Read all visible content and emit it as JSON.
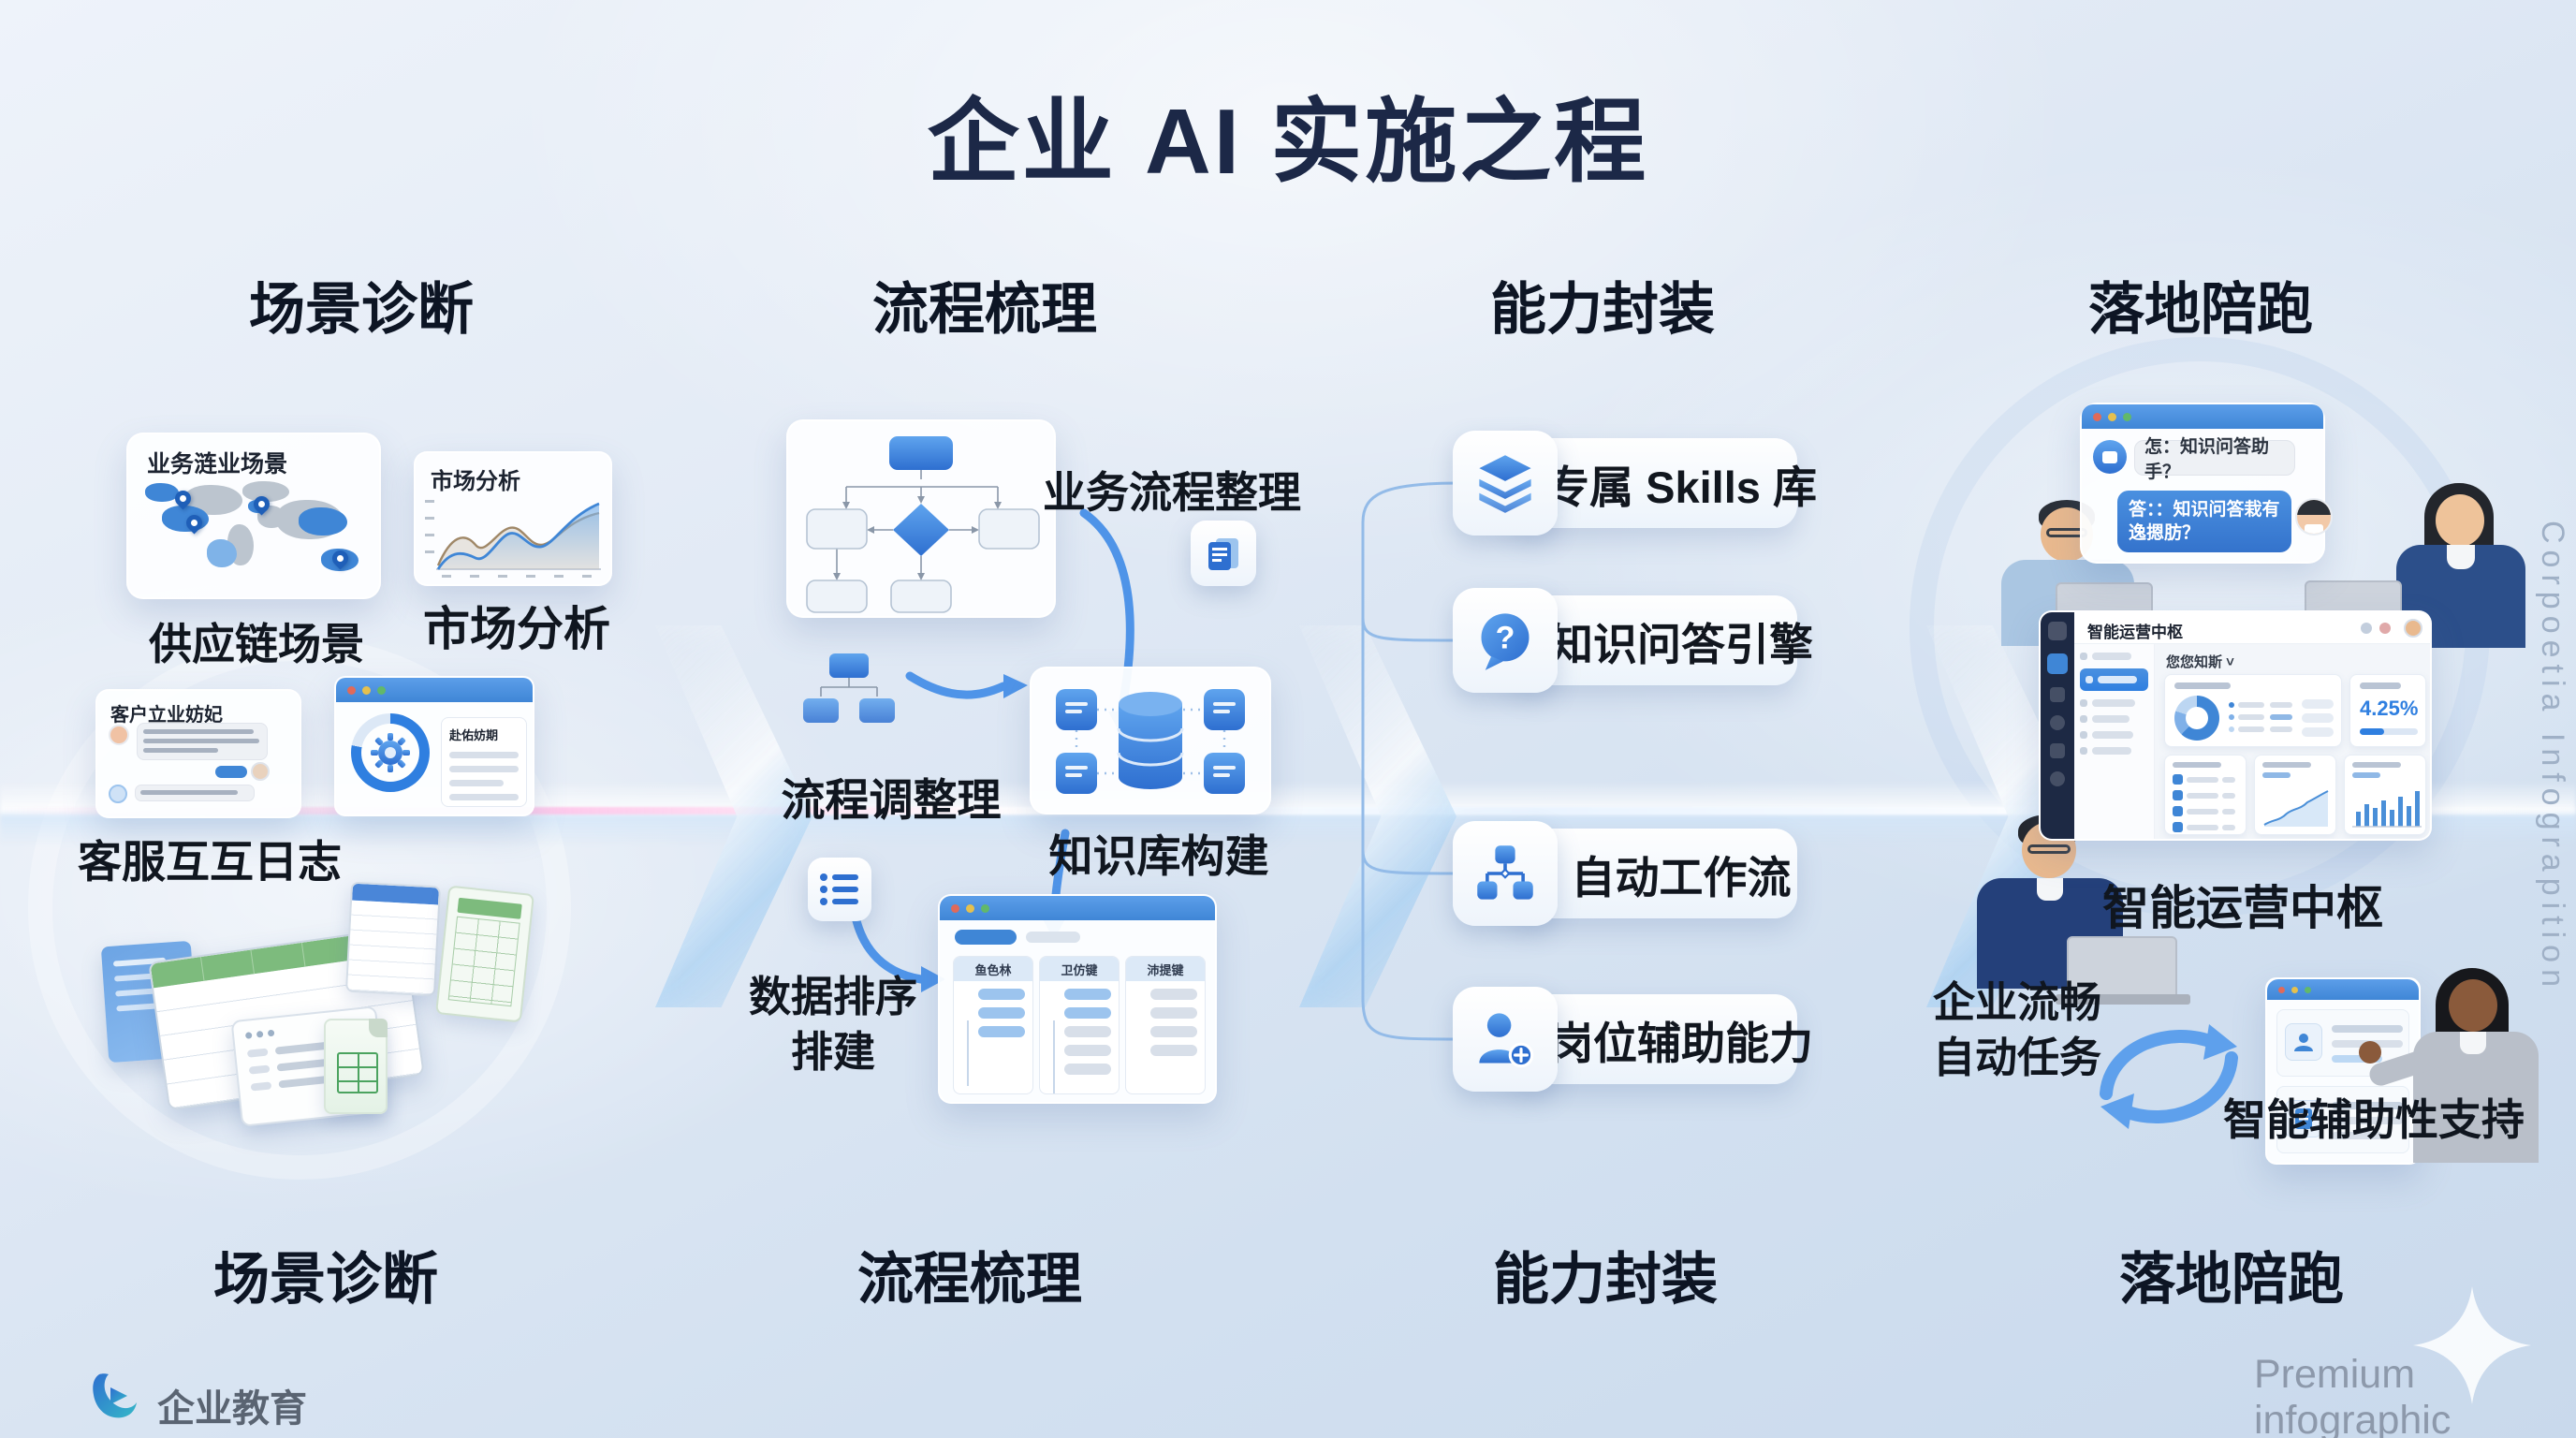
{
  "title": "企业 AI 实施之程",
  "stage_labels": [
    "场景诊断",
    "流程梳理",
    "能力封装",
    "落地陪跑"
  ],
  "colors": {
    "accent": "#3f86d6",
    "title_navy": "#1c2847"
  },
  "scenario": {
    "map_card_title": "业务涟业场景",
    "map_caption": "供应链场景",
    "chart_card_title": "市场分析",
    "chart_caption": "市场分析",
    "chat_card_title": "客户立业妨妃",
    "chat_caption": "客服互互日志",
    "gear_panel_title": "赴佑妨期"
  },
  "process": {
    "flow_label": "业务流程整理",
    "adjust_label": "流程调整理",
    "kb_label": "知识库构建",
    "data_label_line1": "数据排序",
    "data_label_line2": "排建",
    "kanban_columns": [
      "鱼色林",
      "卫仿键",
      "沛提键"
    ]
  },
  "capability": {
    "items": [
      {
        "label": "专属 Skills 库",
        "icon": "layers-icon"
      },
      {
        "label": "知识问答引擎",
        "icon": "chat-question-icon"
      },
      {
        "label": "自动工作流",
        "icon": "workflow-icon"
      },
      {
        "label": "岗位辅助能力",
        "icon": "user-plus-icon"
      }
    ]
  },
  "landing": {
    "chat_question": "怎：知识问答助手？",
    "chat_answer_line1": "答：：知识问答栽有",
    "chat_answer_line2": "逸摁肪？",
    "dashboard_title": "智能运营中枢",
    "dashboard_toolbar": "您您知斯 ˅",
    "kpi_value": "4.25%",
    "dashboard_caption": "智能运营中枢",
    "auto_label_line1": "企业流畅",
    "auto_label_line2": "自动任务",
    "assist_label": "智能辅助性支持"
  },
  "footer": {
    "brand": "企业教育",
    "watermark": "Premium infographic",
    "side_text": "Corpoetia Infograpition"
  }
}
